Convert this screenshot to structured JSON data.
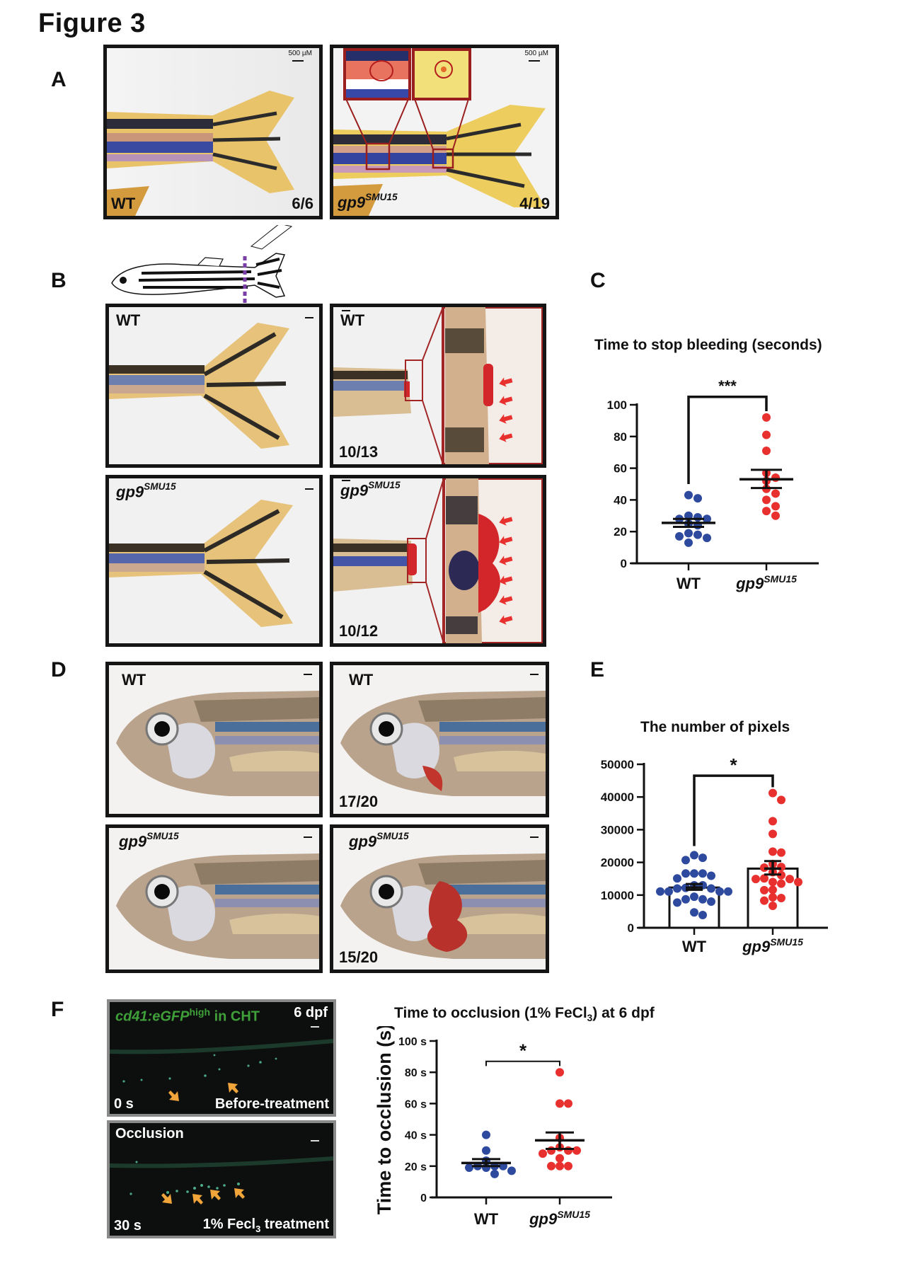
{
  "figure": {
    "title": "Figure 3"
  },
  "panel_labels": {
    "A": "A",
    "B": "B",
    "C": "C",
    "D": "D",
    "E": "E",
    "F": "F"
  },
  "panel_a": {
    "scale_label": "500 µM",
    "wt": {
      "genotype": "WT",
      "count": "6/6"
    },
    "mutant": {
      "genotype_base": "gp9",
      "genotype_sup": "SMU15",
      "count": "4/19"
    }
  },
  "panel_b": {
    "wt_uninjured": {
      "genotype": "WT"
    },
    "wt_cut": {
      "genotype": "WT",
      "count": "10/13",
      "arrow_count": 4
    },
    "mutant_uninjured": {
      "genotype_base": "gp9",
      "genotype_sup": "SMU15"
    },
    "mutant_cut": {
      "genotype_base": "gp9",
      "genotype_sup": "SMU15",
      "count": "10/12",
      "arrow_count": 6
    }
  },
  "panel_d": {
    "wt_control": {
      "genotype": "WT"
    },
    "wt_treated": {
      "genotype": "WT",
      "count": "17/20"
    },
    "mutant_control": {
      "genotype_base": "gp9",
      "genotype_sup": "SMU15"
    },
    "mutant_treated": {
      "genotype_base": "gp9",
      "genotype_sup": "SMU15",
      "count": "15/20"
    }
  },
  "panel_f_images": {
    "before": {
      "marker": "cd41:eGFP",
      "marker_sup": "high",
      "marker_suffix": " in CHT",
      "age": "6 dpf",
      "time": "0 s",
      "caption": "Before-treatment"
    },
    "after": {
      "title": "Occlusion",
      "time": "30 s",
      "caption_prefix": "1% Fecl",
      "caption_sub": "3",
      "caption_suffix": " treatment"
    }
  },
  "colors": {
    "wt": "#2e4a9e",
    "mutant": "#e8302f",
    "axis": "#111111"
  },
  "chart_data": [
    {
      "id": "C",
      "type": "scatter",
      "title": "Time to stop bleeding (seconds)",
      "xlabel": "",
      "ylabel": "",
      "categories": [
        "WT",
        "gp9SMU15"
      ],
      "category_labels": [
        {
          "base": "WT",
          "sup": ""
        },
        {
          "base": "gp9",
          "sup": "SMU15"
        }
      ],
      "ylim": [
        0,
        100
      ],
      "yticks": [
        0,
        20,
        40,
        60,
        80,
        100
      ],
      "ytick_labels": [
        "0",
        "20",
        "40",
        "60",
        "80",
        "100"
      ],
      "significance": "***",
      "series": [
        {
          "name": "WT",
          "values": [
            43,
            41,
            30,
            29,
            28,
            28,
            25,
            24,
            19,
            18,
            17,
            16,
            13
          ],
          "mean": 25.5,
          "sem_upper": 28,
          "sem_lower": 23
        },
        {
          "name": "gp9SMU15",
          "values": [
            92,
            81,
            71,
            57,
            54,
            52,
            47,
            44,
            40,
            36,
            33,
            30
          ],
          "mean": 53,
          "sem_upper": 59,
          "sem_lower": 47.5
        }
      ]
    },
    {
      "id": "E",
      "type": "bar",
      "title": "The number of pixels",
      "xlabel": "",
      "ylabel": "",
      "categories": [
        "WT",
        "gp9SMU15"
      ],
      "category_labels": [
        {
          "base": "WT",
          "sup": ""
        },
        {
          "base": "gp9",
          "sup": "SMU15"
        }
      ],
      "ylim": [
        0,
        50000
      ],
      "yticks": [
        0,
        10000,
        20000,
        30000,
        40000,
        50000
      ],
      "ytick_labels": [
        "0",
        "10000",
        "20000",
        "30000",
        "40000",
        "50000"
      ],
      "significance": "*",
      "series": [
        {
          "name": "WT",
          "values": [
            22200,
            21400,
            20700,
            16600,
            16600,
            16600,
            15900,
            15100,
            13000,
            13000,
            12200,
            12000,
            12000,
            11100,
            11100,
            11100,
            11100,
            9500,
            8700,
            8700,
            8000,
            7700,
            4700,
            3900
          ],
          "mean": 12300,
          "sem_upper": 13400,
          "sem_lower": 11600
        },
        {
          "name": "gp9SMU15",
          "values": [
            41200,
            39100,
            32600,
            28700,
            23300,
            23000,
            19500,
            18600,
            18400,
            17000,
            16100,
            15100,
            14900,
            14900,
            14000,
            14000,
            13500,
            11600,
            11500,
            9300,
            9100,
            8300,
            6700
          ],
          "mean": 18100,
          "sem_upper": 20400,
          "sem_lower": 16300
        }
      ]
    },
    {
      "id": "F",
      "type": "scatter",
      "title_prefix": "Time to occlusion (1% FeCl",
      "title_sub": "3",
      "title_suffix": ") at 6 dpf",
      "title": "Time to occlusion (1% FeCl3) at 6 dpf",
      "xlabel": "",
      "ylabel": "Time to occlusion (s)",
      "categories": [
        "WT",
        "gp9SMU15"
      ],
      "category_labels": [
        {
          "base": "WT",
          "sup": ""
        },
        {
          "base": "gp9",
          "sup": "SMU15"
        }
      ],
      "ylim": [
        0,
        100
      ],
      "yticks": [
        0,
        20,
        40,
        60,
        80,
        100
      ],
      "ytick_labels": [
        "0",
        "20 s",
        "40 s",
        "60 s",
        "80 s",
        "100 s"
      ],
      "significance": "*",
      "series": [
        {
          "name": "WT",
          "values": [
            40,
            30,
            23.5,
            20,
            20,
            20,
            19,
            19,
            17,
            15
          ],
          "mean": 22,
          "sem_upper": 24.5,
          "sem_lower": 20
        },
        {
          "name": "gp9SMU15",
          "values": [
            80,
            60,
            60,
            38,
            32,
            30,
            30,
            30,
            28,
            25,
            20,
            20,
            20
          ],
          "mean": 36.5,
          "sem_upper": 41.5,
          "sem_lower": 31
        }
      ]
    }
  ]
}
